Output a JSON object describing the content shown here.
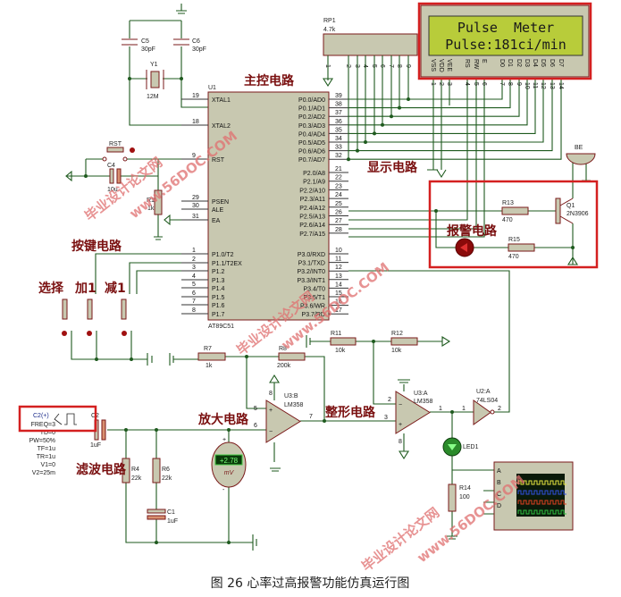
{
  "caption": "图 26 心率过高报警功能仿真运行图",
  "section_labels": {
    "main_control": "主控电路",
    "display": "显示电路",
    "alarm": "报警电路",
    "keys": "按键电路",
    "key_select": "选择",
    "key_inc": "加1",
    "key_dec": "减1",
    "amplifier": "放大电路",
    "shaping": "整形电路",
    "filter": "滤波电路"
  },
  "watermark": {
    "site_cn": "毕业设计论文网",
    "site_url": "www.56DOC.COM"
  },
  "lcd": {
    "line1": "Pulse  Meter",
    "line2": "Pulse:181ci/min",
    "pin_names": [
      "VSS",
      "VDD",
      "VEE",
      "RS",
      "RW",
      "E",
      "D0",
      "D1",
      "D2",
      "D3",
      "D4",
      "D5",
      "D6",
      "D7"
    ],
    "pin_numbers": [
      "1",
      "2",
      "3",
      "4",
      "5",
      "6",
      "7",
      "8",
      "9",
      "10",
      "11",
      "12",
      "13",
      "14"
    ],
    "backlight_color": "#b8cc3a"
  },
  "mcu": {
    "ref": "U1",
    "part": "AT89C51",
    "left_pins": [
      {
        "num": "19",
        "name": "XTAL1"
      },
      {
        "num": "18",
        "name": "XTAL2"
      },
      {
        "num": "9",
        "name": "RST"
      },
      {
        "num": "29",
        "name": "PSEN"
      },
      {
        "num": "30",
        "name": "ALE"
      },
      {
        "num": "31",
        "name": "EA"
      },
      {
        "num": "1",
        "name": "P1.0/T2"
      },
      {
        "num": "2",
        "name": "P1.1/T2EX"
      },
      {
        "num": "3",
        "name": "P1.2"
      },
      {
        "num": "4",
        "name": "P1.3"
      },
      {
        "num": "5",
        "name": "P1.4"
      },
      {
        "num": "6",
        "name": "P1.5"
      },
      {
        "num": "7",
        "name": "P1.6"
      },
      {
        "num": "8",
        "name": "P1.7"
      }
    ],
    "right_pins": [
      {
        "num": "39",
        "name": "P0.0/AD0"
      },
      {
        "num": "38",
        "name": "P0.1/AD1"
      },
      {
        "num": "37",
        "name": "P0.2/AD2"
      },
      {
        "num": "36",
        "name": "P0.3/AD3"
      },
      {
        "num": "35",
        "name": "P0.4/AD4"
      },
      {
        "num": "34",
        "name": "P0.5/AD5"
      },
      {
        "num": "33",
        "name": "P0.6/AD6"
      },
      {
        "num": "32",
        "name": "P0.7/AD7"
      },
      {
        "num": "21",
        "name": "P2.0/A8"
      },
      {
        "num": "22",
        "name": "P2.1/A9"
      },
      {
        "num": "23",
        "name": "P2.2/A10"
      },
      {
        "num": "24",
        "name": "P2.3/A11"
      },
      {
        "num": "25",
        "name": "P2.4/A12"
      },
      {
        "num": "26",
        "name": "P2.5/A13"
      },
      {
        "num": "27",
        "name": "P2.6/A14"
      },
      {
        "num": "28",
        "name": "P2.7/A15"
      },
      {
        "num": "10",
        "name": "P3.0/RXD"
      },
      {
        "num": "11",
        "name": "P3.1/TXD"
      },
      {
        "num": "12",
        "name": "P3.2/INT0"
      },
      {
        "num": "13",
        "name": "P3.3/INT1"
      },
      {
        "num": "14",
        "name": "P3.4/T0"
      },
      {
        "num": "15",
        "name": "P3.5/T1"
      },
      {
        "num": "16",
        "name": "P3.6/WR"
      },
      {
        "num": "17",
        "name": "P3.7/RD"
      }
    ]
  },
  "components": {
    "c5": {
      "ref": "C5",
      "value": "30pF"
    },
    "c6": {
      "ref": "C6",
      "value": "30pF"
    },
    "y1": {
      "ref": "Y1",
      "value": "12M"
    },
    "rst": {
      "ref": "RST"
    },
    "c4": {
      "ref": "C4",
      "value": "10u"
    },
    "r1": {
      "ref": "R1",
      "value": "1k"
    },
    "rp1": {
      "ref": "RP1",
      "value": "4.7k",
      "pins": [
        "1",
        "2",
        "3",
        "4",
        "5",
        "6",
        "7",
        "8",
        "9"
      ]
    },
    "r13": {
      "ref": "R13",
      "value": "470"
    },
    "r15": {
      "ref": "R15",
      "value": "470"
    },
    "q1": {
      "ref": "Q1",
      "value": "2N3906"
    },
    "buzzer": {
      "ref": "BE"
    },
    "r7": {
      "ref": "R7",
      "value": "1k"
    },
    "r8": {
      "ref": "R8",
      "value": "200k"
    },
    "r11": {
      "ref": "R11",
      "value": "10k"
    },
    "r12": {
      "ref": "R12",
      "value": "10k"
    },
    "u3b": {
      "ref": "U3:B",
      "value": "LM358",
      "pin_plus": "5",
      "pin_minus": "6",
      "pin_out": "7",
      "pin_v": "8"
    },
    "u3a": {
      "ref": "U3:A",
      "value": "LM358",
      "pin_minus": "2",
      "pin_plus": "3",
      "pin_out": "1",
      "pin_v": "8"
    },
    "u2a": {
      "ref": "U2:A",
      "value": "74LS04",
      "pin_in": "1",
      "pin_out": "2"
    },
    "c2": {
      "ref": "C2",
      "value": "1uF"
    },
    "generator": {
      "ref": "C2(+)",
      "params": [
        "FREQ=3",
        "TD=0",
        "PW=50%",
        "TF=1u",
        "TR=1u",
        "V1=0",
        "V2=25m"
      ]
    },
    "r4": {
      "ref": "R4",
      "value": "22k"
    },
    "r6": {
      "ref": "R6",
      "value": "22k"
    },
    "c1": {
      "ref": "C1",
      "value": "1uF"
    },
    "voltmeter": {
      "reading": "+2.78",
      "unit": "mV",
      "plus": "+",
      "minus": "-"
    },
    "led1": {
      "ref": "LED1"
    },
    "r14": {
      "ref": "R14",
      "value": "100"
    },
    "scope": {
      "channels": [
        "A",
        "B",
        "C",
        "D"
      ],
      "trace_colors": [
        "#e8e840",
        "#3050e0",
        "#e04020",
        "#30c040"
      ]
    }
  },
  "colors": {
    "wire": "#1e5a1e",
    "highlight_box": "#d42020",
    "label": "#7a1010",
    "chip": "#c8c8b0"
  }
}
